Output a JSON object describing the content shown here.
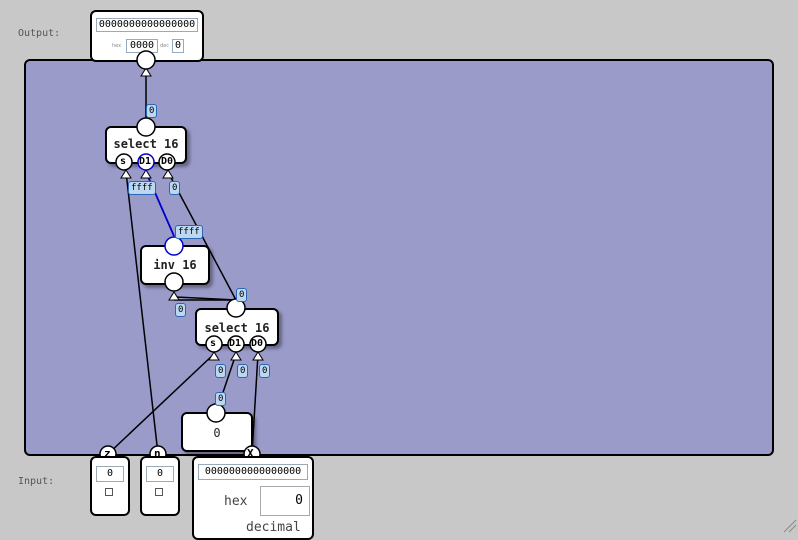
{
  "labels": {
    "output": "Output:",
    "input": "Input:"
  },
  "output_box": {
    "bits": "0000000000000000",
    "hex_label": "hex",
    "hex_value": "0000",
    "dec_label": "dec",
    "dec_value": "0"
  },
  "chips": {
    "select_top": {
      "title": "select 16",
      "pins": [
        "s",
        "D1",
        "D0"
      ]
    },
    "inv": {
      "title": "inv 16"
    },
    "select_bottom": {
      "title": "select 16",
      "pins": [
        "s",
        "D1",
        "D0"
      ]
    },
    "const": {
      "title": "0"
    }
  },
  "wire_tags": {
    "out_top": "0",
    "d1_top": "ffff",
    "d0_top": "0",
    "inv_in": "ffff",
    "inv_out": "0",
    "sel_out": "0",
    "s_bot": "0",
    "d1_bot": "0",
    "d0_bot": "0",
    "const_out": "0"
  },
  "inputs": {
    "z": {
      "name": "z",
      "value": "0"
    },
    "n": {
      "name": "n",
      "value": "0"
    },
    "x": {
      "name": "X",
      "bits": "0000000000000000",
      "hex_label": "hex",
      "hex_value": "0",
      "mode_label": "decimal"
    }
  },
  "colors": {
    "canvas": "#9b9bca",
    "active_wire": "#0000cc",
    "tag_bg": "#bcd8f0"
  }
}
